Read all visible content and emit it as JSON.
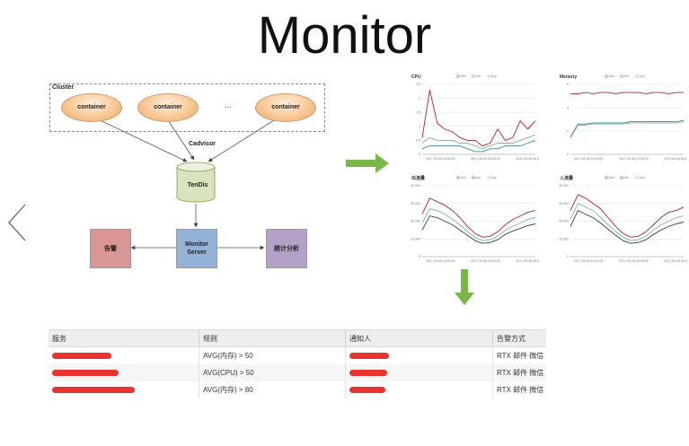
{
  "title": "Monitor",
  "diagram": {
    "cluster_label": "Cluster",
    "containers": [
      "container",
      "container",
      "container"
    ],
    "ellipsis": "...",
    "cadvisor_label": "Cadvisor",
    "tendis_label": "TenDis",
    "monitor_server_line1": "Monitor",
    "monitor_server_line2": "Server",
    "alert_label": "告警",
    "stats_label": "统计分析",
    "arrow_color": "#7ab648",
    "alert_color": "#d99694",
    "monitor_color": "#95b3d7",
    "stats_color": "#b3a2c7"
  },
  "chart_data": [
    {
      "type": "line",
      "title": "CPU",
      "legend": [
        "Max",
        "Min",
        "Avg"
      ],
      "yticks": [
        "2.5",
        "2",
        "1.5",
        "1",
        "0.5",
        "0"
      ],
      "xticks": [
        "2017-09-05 14:00:00",
        "2017-09-05 22:00:00",
        "2017-09-06 06:00:00"
      ],
      "ylim": [
        0,
        2.5
      ],
      "series": [
        {
          "name": "Max",
          "color": "#b22222",
          "values": [
            0.6,
            2.3,
            1.1,
            0.9,
            0.8,
            0.6,
            0.5,
            0.5,
            0.3,
            0.4,
            0.9,
            0.5,
            0.6,
            1.2,
            0.9,
            1.2
          ]
        },
        {
          "name": "Min",
          "color": "#3a8a9a",
          "values": [
            0.2,
            0.3,
            0.3,
            0.3,
            0.3,
            0.3,
            0.2,
            0.1,
            0.1,
            0.2,
            0.2,
            0.3,
            0.3,
            0.3,
            0.4,
            0.5
          ]
        },
        {
          "name": "Avg",
          "color": "#7fb3a0",
          "values": [
            0.4,
            0.6,
            0.5,
            0.5,
            0.5,
            0.4,
            0.4,
            0.3,
            0.2,
            0.3,
            0.4,
            0.4,
            0.4,
            0.5,
            0.6,
            0.7
          ]
        }
      ]
    },
    {
      "type": "line",
      "title": "Memory",
      "legend": [
        "Max",
        "Min",
        "Avg"
      ],
      "yticks": [
        "6",
        "4",
        "2",
        "0"
      ],
      "xticks": [
        "2017-09-05 14:00:00",
        "2017-09-05 22:00:00",
        "2017-09-06 06:00:00"
      ],
      "ylim": [
        0,
        6
      ],
      "series": [
        {
          "name": "Max",
          "color": "#b22222",
          "values": [
            5.2,
            5.2,
            5.3,
            5.2,
            5.3,
            5.3,
            5.2,
            5.3,
            5.3,
            5.3,
            5.2,
            5.3,
            5.3,
            5.2,
            5.3,
            5.3
          ]
        },
        {
          "name": "Min",
          "color": "#3a8a9a",
          "values": [
            1.5,
            2.6,
            2.6,
            2.7,
            2.7,
            2.7,
            2.7,
            2.7,
            2.8,
            2.8,
            2.8,
            2.8,
            2.8,
            2.8,
            2.8,
            2.9
          ]
        },
        {
          "name": "Avg",
          "color": "#7fb3a0",
          "values": [
            1.4,
            2.5,
            2.5,
            2.6,
            2.6,
            2.6,
            2.6,
            2.6,
            2.7,
            2.7,
            2.7,
            2.7,
            2.7,
            2.7,
            2.7,
            2.8
          ]
        }
      ]
    },
    {
      "type": "line",
      "title": "出流量",
      "legend": [
        "Max",
        "Min",
        "Avg"
      ],
      "yticks": [
        "40,000",
        "30,000",
        "20,000",
        "10,000",
        "0"
      ],
      "xticks": [
        "2017-09-05 14:00:00",
        "2017-09-05 22:00:00",
        "2017-09-06 06:00:00"
      ],
      "ylim": [
        0,
        40000
      ],
      "series": [
        {
          "name": "Max",
          "color": "#b22222",
          "values": [
            24000,
            33000,
            31000,
            29000,
            26000,
            22000,
            17000,
            13000,
            11000,
            11500,
            14000,
            18000,
            21000,
            23000,
            25000,
            26000
          ]
        },
        {
          "name": "Avg",
          "color": "#7fb3a0",
          "values": [
            19000,
            27000,
            26000,
            24000,
            21000,
            18000,
            14000,
            11000,
            9000,
            9500,
            11500,
            15000,
            17000,
            19000,
            21000,
            22000
          ]
        },
        {
          "name": "Min",
          "color": "#2f3f55",
          "values": [
            15000,
            23000,
            22000,
            20000,
            18000,
            15000,
            12000,
            9000,
            7500,
            8000,
            9500,
            12500,
            14500,
            16000,
            17500,
            18500
          ]
        }
      ]
    },
    {
      "type": "line",
      "title": "入流量",
      "legend": [
        "Max",
        "Min",
        "Avg"
      ],
      "yticks": [
        "40,000",
        "30,000",
        "20,000",
        "10,000",
        "0"
      ],
      "xticks": [
        "2017-09-05 14:00:00",
        "2017-09-05 22:00:00",
        "2017-09-06 06:00:00"
      ],
      "ylim": [
        0,
        40000
      ],
      "series": [
        {
          "name": "Max",
          "color": "#b22222",
          "values": [
            26000,
            35000,
            33000,
            30000,
            27000,
            22000,
            17000,
            13000,
            11000,
            11500,
            14000,
            18000,
            22000,
            25000,
            26000,
            28000
          ]
        },
        {
          "name": "Avg",
          "color": "#7fb3a0",
          "values": [
            21000,
            30000,
            28000,
            26000,
            22000,
            18000,
            14000,
            11000,
            9000,
            9500,
            11500,
            15000,
            18000,
            20000,
            22000,
            23000
          ]
        },
        {
          "name": "Min",
          "color": "#2f3f55",
          "values": [
            17000,
            26000,
            24000,
            22000,
            19000,
            15500,
            12000,
            9000,
            7500,
            8000,
            9500,
            12500,
            15000,
            17000,
            18500,
            19500
          ]
        }
      ]
    }
  ],
  "table": {
    "headers": [
      "服务",
      "规则",
      "通知人",
      "告警方式"
    ],
    "rows": [
      {
        "rule": "AVG(内存) > 50",
        "method": "RTX 邮件 微信"
      },
      {
        "rule": "AVG(CPU) > 50",
        "method": "RTX 邮件 微信"
      },
      {
        "rule": "AVG(内存) > 80",
        "method": "RTX 邮件 微信"
      }
    ]
  }
}
